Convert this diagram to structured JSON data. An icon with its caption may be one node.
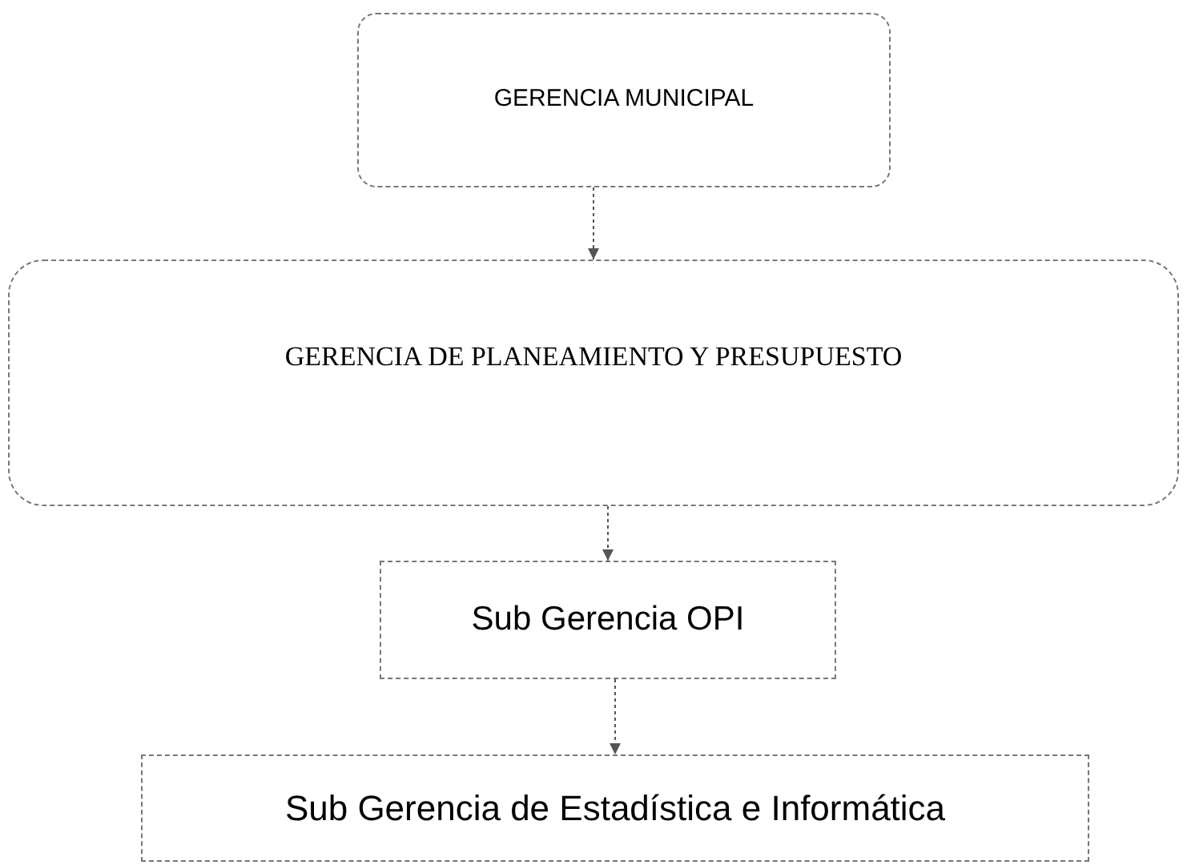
{
  "diagram": {
    "nodes": [
      {
        "text": [
          "GERENCIA MUNICIPAL"
        ]
      },
      {
        "text": [
          "GERENCIA DE PLANEAMIENTO Y PRESUPUESTO"
        ]
      },
      {
        "text": [
          "Sub Gerencia OPI"
        ]
      },
      {
        "text": [
          "Sub Gerencia de Estadística e Informática"
        ]
      }
    ],
    "edges": [
      {
        "from": 0,
        "to": 1,
        "arrow": "to",
        "style": "dashed"
      },
      {
        "from": 1,
        "to": 2,
        "arrow": "to",
        "style": "dashed"
      },
      {
        "from": 2,
        "to": 3,
        "arrow": "to",
        "style": "dashed"
      }
    ]
  }
}
